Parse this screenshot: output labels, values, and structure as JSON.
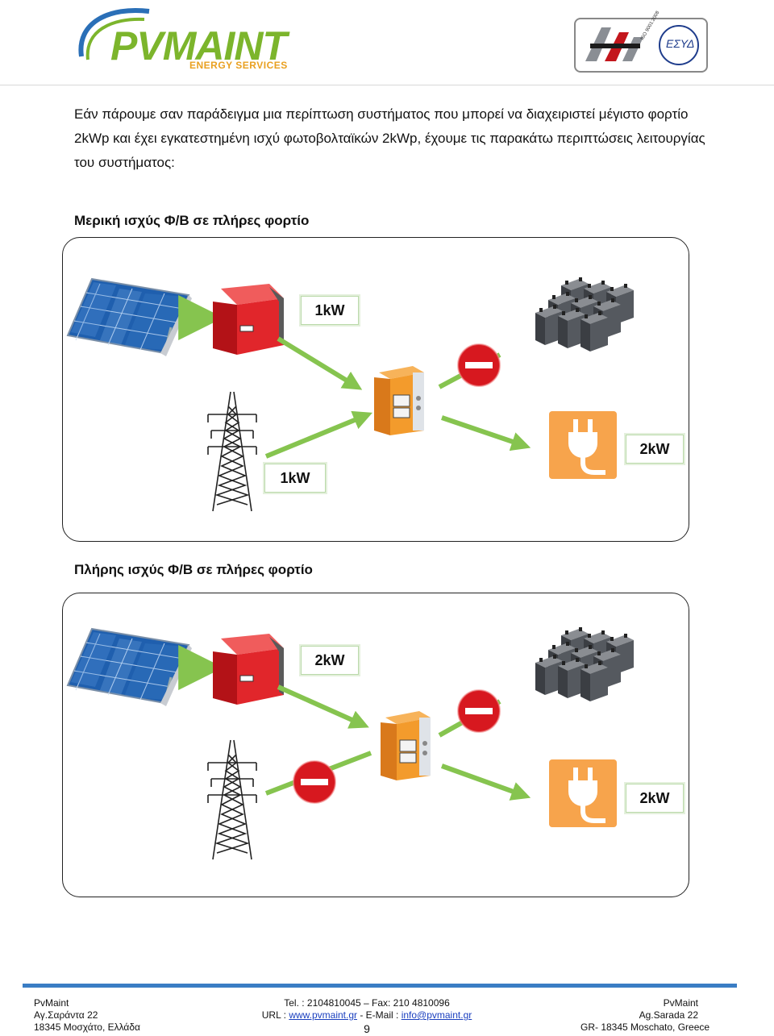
{
  "header": {
    "brand_main": "PVMAINT",
    "brand_sub": "ENERGY SERVICES",
    "cert_text": "ISO 9001:2008",
    "esyd_text": "ΕΣΥΔ"
  },
  "intro": {
    "line1": "Εάν πάρουμε σαν παράδειγμα μια περίπτωση συστήματος που μπορεί να διαχειριστεί μέγιστο φορτίο",
    "line2": "2kWp και έχει εγκατεστημένη ισχύ φωτοβολταϊκών 2kWp, έχουμε τις παρακάτω περιπτώσεις λειτουργίας",
    "line3": "του συστήματος:"
  },
  "scenario1": {
    "title": "Μερική ισχύς Φ/Β σε πλήρες φορτίο",
    "label_pv": "1kW",
    "label_grid": "1kW",
    "label_load": "2kW"
  },
  "scenario2": {
    "title": "Πλήρης ισχύς Φ/Β σε πλήρες φορτίο",
    "label_pv": "2kW",
    "label_load": "2kW"
  },
  "footer": {
    "left": {
      "name": "PvMaint",
      "street": "Αγ.Σαράντα 22",
      "city": "18345 Μοσχάτο, Ελλάδα"
    },
    "center": {
      "phone": "Tel. : 2104810045 – Fax: 210 4810096",
      "url_prefix": "URL : ",
      "url": "www.pvmaint.gr",
      "mail_prefix": " - E-Mail : ",
      "email": "info@pvmaint.gr",
      "page": "9"
    },
    "right": {
      "name": "PvMaint",
      "street": "Ag.Sarada 22",
      "city": "GR- 18345  Moschato, Greece"
    }
  },
  "colors": {
    "arrow": "#86c44f",
    "stop": "#d7181f",
    "brand_blue": "#2a6fb7",
    "brand_green": "#7cb52c",
    "footer_bar": "#3a7dc4"
  }
}
